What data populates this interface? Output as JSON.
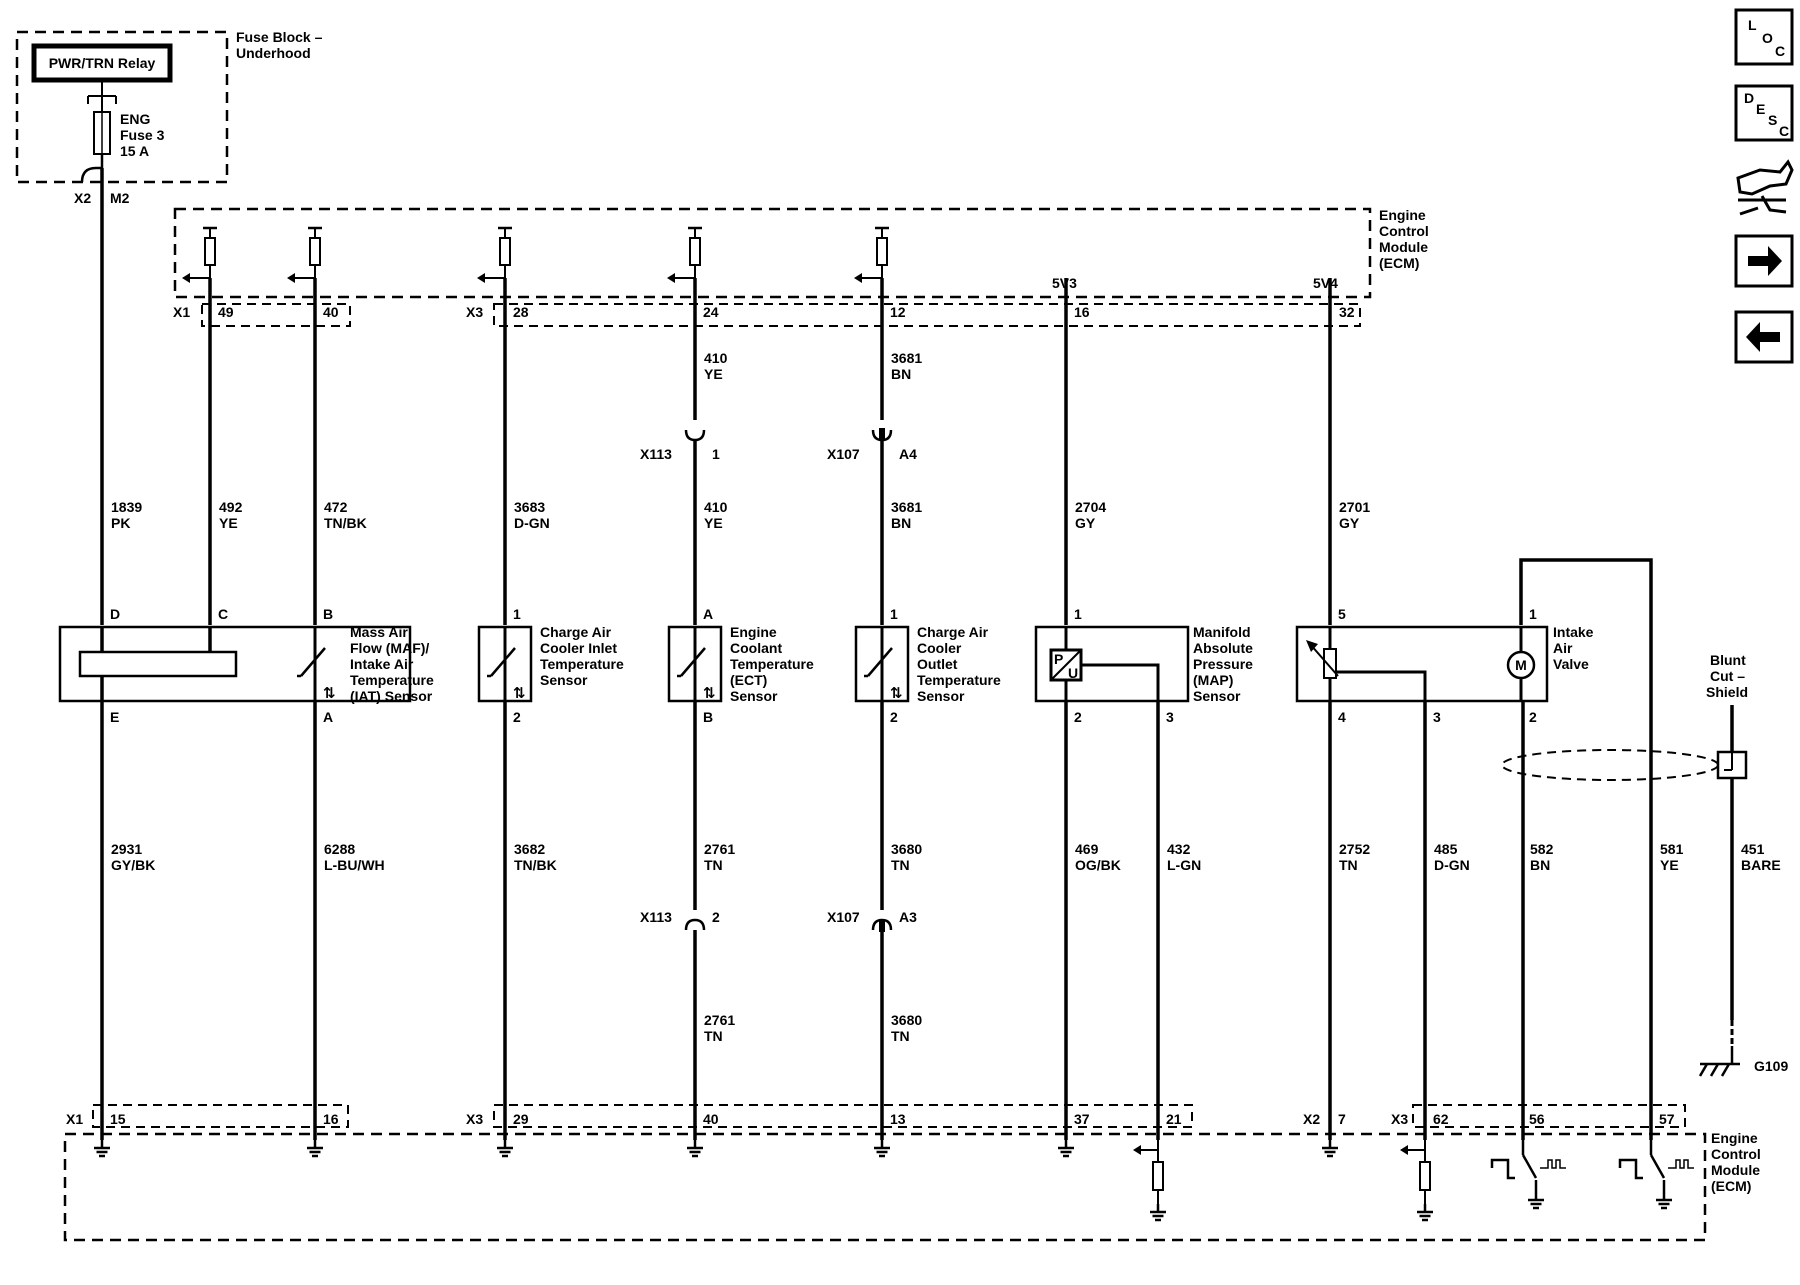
{
  "fuse_block": {
    "title_line1": "Fuse Block –",
    "title_line2": "Underhood",
    "relay": "PWR/TRN Relay",
    "fuse_line1": "ENG",
    "fuse_line2": "Fuse 3",
    "fuse_line3": "15 A",
    "conn_x2": "X2",
    "conn_m2": "M2"
  },
  "ecm": {
    "line1": "Engine",
    "line2": "Control",
    "line3": "Module",
    "line4": "(ECM)"
  },
  "ref": {
    "v3": "5V3",
    "v4": "5V4"
  },
  "top_conn": {
    "x1": "X1",
    "x3": "X3",
    "p49": "49",
    "p40": "40",
    "p28": "28",
    "p24": "24",
    "p12": "12",
    "p16": "16",
    "p32": "32"
  },
  "wires": {
    "w1839": "1839",
    "c1839": "PK",
    "w492": "492",
    "c492": "YE",
    "w472": "472",
    "c472": "TN/BK",
    "w3683": "3683",
    "c3683": "D-GN",
    "w410a": "410",
    "c410a": "YE",
    "w410b": "410",
    "c410b": "YE",
    "w3681a": "3681",
    "c3681a": "BN",
    "w3681b": "3681",
    "c3681b": "BN",
    "w2704": "2704",
    "c2704": "GY",
    "w2701": "2701",
    "c2701": "GY",
    "w2931": "2931",
    "c2931": "GY/BK",
    "w6288": "6288",
    "c6288": "L-BU/WH",
    "w3682": "3682",
    "c3682": "TN/BK",
    "w2761a": "2761",
    "c2761a": "TN",
    "w2761b": "2761",
    "c2761b": "TN",
    "w3680a": "3680",
    "c3680a": "TN",
    "w3680b": "3680",
    "c3680b": "TN",
    "w469": "469",
    "c469": "OG/BK",
    "w432": "432",
    "c432": "L-GN",
    "w2752": "2752",
    "c2752": "TN",
    "w485": "485",
    "c485": "D-GN",
    "w582": "582",
    "c582": "BN",
    "w581": "581",
    "c581": "YE",
    "w451": "451",
    "c451": "BARE"
  },
  "inline": {
    "x113": "X113",
    "x113_p1": "1",
    "x113_p2": "2",
    "x107": "X107",
    "x107_a4": "A4",
    "x107_a3": "A3"
  },
  "maf": {
    "line1": "Mass Air",
    "line2": "Flow (MAF)/",
    "line3": "Intake Air",
    "line4": "Temperature",
    "line5": "(IAT) Sensor",
    "pD": "D",
    "pC": "C",
    "pB": "B",
    "pE": "E",
    "pA": "A"
  },
  "caci": {
    "line1": "Charge Air",
    "line2": "Cooler Inlet",
    "line3": "Temperature",
    "line4": "Sensor",
    "p1": "1",
    "p2": "2"
  },
  "ect": {
    "line1": "Engine",
    "line2": "Coolant",
    "line3": "Temperature",
    "line4": "(ECT)",
    "line5": "Sensor",
    "pA": "A",
    "pB": "B"
  },
  "caco": {
    "line1": "Charge Air",
    "line2": "Cooler",
    "line3": "Outlet",
    "line4": "Temperature",
    "line5": "Sensor",
    "p1": "1",
    "p2": "2"
  },
  "map": {
    "line1": "Manifold",
    "line2": "Absolute",
    "line3": "Pressure",
    "line4": "(MAP)",
    "line5": "Sensor",
    "p1": "1",
    "p2": "2",
    "p3": "3",
    "glyph_p": "P",
    "glyph_u": "U"
  },
  "iav": {
    "line1": "Intake",
    "line2": "Air",
    "line3": "Valve",
    "p5": "5",
    "p1": "1",
    "p4": "4",
    "p3": "3",
    "p2": "2",
    "motor": "M"
  },
  "shield": {
    "line1": "Blunt",
    "line2": "Cut –",
    "line3": "Shield",
    "ground": "G109"
  },
  "bot_conn": {
    "x1": "X1",
    "x3a": "X3",
    "x2": "X2",
    "x3b": "X3",
    "p15": "15",
    "p16": "16",
    "p29": "29",
    "p40": "40",
    "p13": "13",
    "p37": "37",
    "p21": "21",
    "p7": "7",
    "p62": "62",
    "p56": "56",
    "p57": "57"
  },
  "nav": {
    "loc": {
      "a": "L",
      "b": "O",
      "c": "C"
    },
    "desc": {
      "a": "D",
      "b": "E",
      "c": "S",
      "d": "C"
    }
  },
  "colors": {
    "ink": "#000000",
    "paper": "#ffffff"
  }
}
